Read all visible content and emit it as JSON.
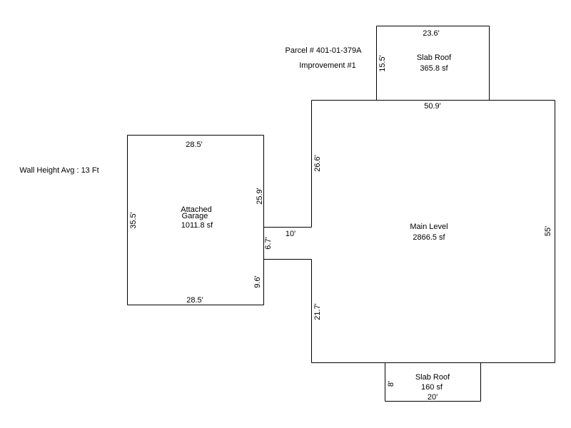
{
  "header": {
    "parcel": "Parcel # 401-01-379A",
    "improvement": "Improvement #1",
    "wall_height": "Wall Height Avg : 13 Ft"
  },
  "garage": {
    "name_line1": "Attached",
    "name_line2": "Garage",
    "area": "1011.8 sf",
    "dim_top": "28.5'",
    "dim_bottom": "28.5'",
    "dim_left": "35.5'",
    "dim_right_upper": "25.9'",
    "dim_right_lower": "9.6'"
  },
  "connector": {
    "dim_height": "6.7'",
    "dim_length": "10'"
  },
  "main": {
    "name": "Main Level",
    "area": "2866.5 sf",
    "dim_top": "50.9'",
    "dim_right": "55'",
    "dim_left_upper": "26.6'",
    "dim_left_lower": "21.7'"
  },
  "slab_top": {
    "name": "Slab Roof",
    "area": "365.8 sf",
    "dim_top": "23.6'",
    "dim_left": "15.5'"
  },
  "slab_bottom": {
    "name": "Slab Roof",
    "area": "160 sf",
    "dim_bottom": "20'",
    "dim_left": "8'"
  }
}
